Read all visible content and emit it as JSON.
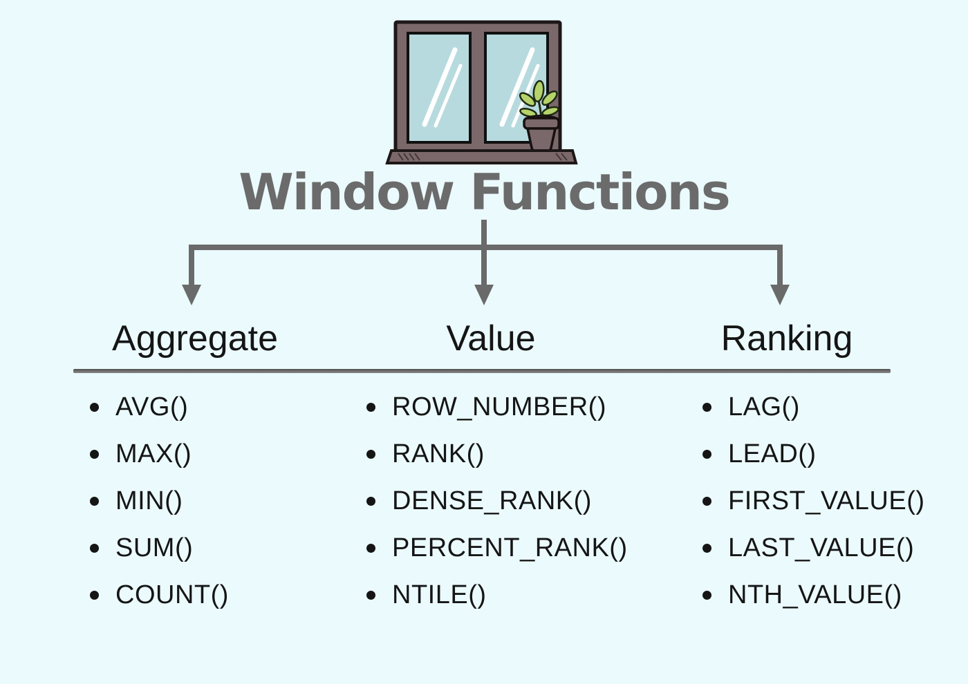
{
  "title": "Window Functions",
  "columns": [
    {
      "header": "Aggregate",
      "items": [
        "AVG()",
        "MAX()",
        "MIN()",
        "SUM()",
        "COUNT()"
      ]
    },
    {
      "header": "Value",
      "items": [
        "ROW_NUMBER()",
        "RANK()",
        "DENSE_RANK()",
        "PERCENT_RANK()",
        "NTILE()"
      ]
    },
    {
      "header": "Ranking",
      "items": [
        "LAG()",
        "LEAD()",
        "FIRST_VALUE()",
        "LAST_VALUE()",
        "NTH_VALUE()"
      ]
    }
  ],
  "icons": {
    "window_illustration": "window-with-potted-plant",
    "bullet": "•",
    "branch_arrow": "↓"
  },
  "colors": {
    "background": "#ebfafd",
    "title_gray": "#6b6b6b",
    "connector_gray": "#6a6a6a",
    "text_black": "#151515",
    "divider_dark": "#4f4f4f",
    "divider_light": "#8a8a8a",
    "window_frame": "#7b686b",
    "window_glass": "#b7dade",
    "plant_leaf": "#b5d36a",
    "plant_soil": "#241a14"
  }
}
